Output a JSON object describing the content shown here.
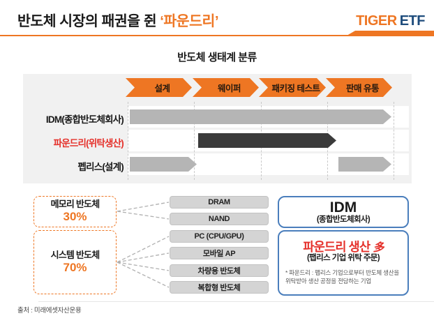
{
  "header": {
    "title_black": "반도체 시장의 패권을 쥔",
    "title_accent": "‘파운드리’",
    "logo": {
      "tiger": "TIGER",
      "etf": "ETF"
    }
  },
  "section_title": "반도체 생태계 분류",
  "flow": {
    "stages": [
      "설계",
      "웨이퍼",
      "패키징 테스트",
      "판매 유통"
    ],
    "rows": [
      {
        "label": "IDM(종합반도체회사)"
      },
      {
        "label": "파운드리(위탁생산)"
      },
      {
        "label": "펩리스(설계)"
      }
    ]
  },
  "breakdown": {
    "left": [
      {
        "title": "메모리 반도체",
        "percent": "30%"
      },
      {
        "title": "시스템 반도체",
        "percent": "70%"
      }
    ],
    "categories": [
      "DRAM",
      "NAND",
      "PC (CPU/GPU)",
      "모바일 AP",
      "차량용 반도체",
      "복합형 반도체"
    ],
    "idm": {
      "title": "IDM",
      "sub": "(종합반도체회사)"
    },
    "foundry": {
      "title": "파운드리 생산",
      "many": "多",
      "sub": "(팹리스 기업 위탁 주문)",
      "footnote": "* 파운드리 : 팹리스 기업으로부터 반도체 생산을 위탁받아 생산 공정을 전담하는 기업"
    }
  },
  "footer": {
    "source": "출처 : 미래에셋자산운용"
  },
  "colors": {
    "orange": "#EE7623",
    "navy": "#1E4C7C",
    "red": "#E5312B",
    "arrow_gray": "#B5B5B5",
    "arrow_dark": "#3B3B3B",
    "panel_bg": "#F1F1F1",
    "category_bg": "#D4D4D4",
    "blue_border": "#4A7EBC"
  }
}
